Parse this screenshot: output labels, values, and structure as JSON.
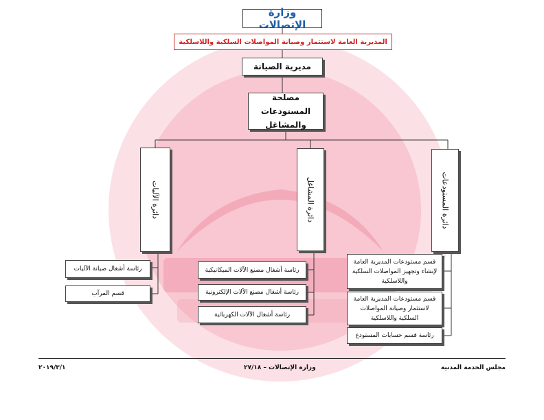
{
  "chart": {
    "ministry": "وزارة الإتصالات",
    "directorate": "المديرية العامة لاستثمار وصيانة المواصلات السلكية واللاسلكية",
    "maintenance": "مديرية الصيانة",
    "depots_line1": "مصلحة المستودعات",
    "depots_line2": "والمشاغل",
    "departments": {
      "mechanisms": "دائرة الآليات",
      "workshops": "دائرة المشاغل",
      "depots": "دائرة المستودعات"
    },
    "units": {
      "mech_maint": "رئاسة أشغال صيانة الآليات",
      "garage": "قسم المرآب",
      "mech_factory": "رئاسة أشغال مصنع الآلات الميكانيكية",
      "elec_factory": "رئاسة أشغال مصنع الآلات الإلكترونية",
      "electrical": "رئاسة أشغال الآلات الكهربائية",
      "depot_build": "قسم مستودعات المديرية العامة لإنشاء وتجهيز المواصلات السلكية واللاسلكية",
      "depot_maint": "قسم مستودعات المديرية العامة لاستثمار وصيانة المواصلات السلكية واللاسلكية",
      "depot_accounts": "رئاسة قسم حسابات المستودع"
    }
  },
  "footer": {
    "right": "مجلس الخدمة المدنية",
    "center": "وزارة الإتصالات – ٢٧/١٨",
    "left": "٢٠١٩/٣/١"
  },
  "colors": {
    "ministry_text": "#1f5fa8",
    "directorate_text": "#d42020",
    "watermark": "#f6b8c4"
  }
}
